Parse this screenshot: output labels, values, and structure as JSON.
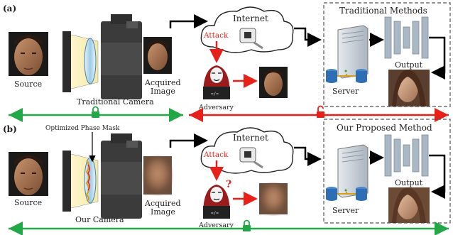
{
  "panel_a": {
    "tag": "(a)",
    "source_label": "Source",
    "camera_label": "Traditional Camera",
    "acquired_label_1": "Acquired",
    "acquired_label_2": "Image",
    "internet_label": "Internet",
    "attack_label": "Attack",
    "adversary_label": "Adversary",
    "methods_title": "Traditional Methods",
    "output_label": "Output",
    "server_label": "Server"
  },
  "panel_b": {
    "tag": "(b)",
    "phase_mask_label": "Optimized Phase Mask",
    "source_label": "Source",
    "camera_label": "Our Camera",
    "acquired_label_1": "Acquired",
    "acquired_label_2": "Image",
    "internet_label": "Internet",
    "attack_label": "Attack",
    "question_mark": "?",
    "adversary_label": "Adversary",
    "methods_title": "Our Proposed Method",
    "output_label": "Output",
    "server_label": "Server"
  },
  "colors": {
    "secure": "#22a846",
    "insecure": "#e8201a",
    "attack_text": "#e8201a",
    "box_border": "#555555",
    "network": "#8fa1b4"
  },
  "icons": [
    "camera-icon",
    "lens-icon",
    "cloud-icon",
    "ethernet-port-icon",
    "hacker-icon",
    "server-icon",
    "database-icon",
    "neural-network-icon",
    "lock-icon",
    "unlock-icon",
    "question-icon"
  ]
}
